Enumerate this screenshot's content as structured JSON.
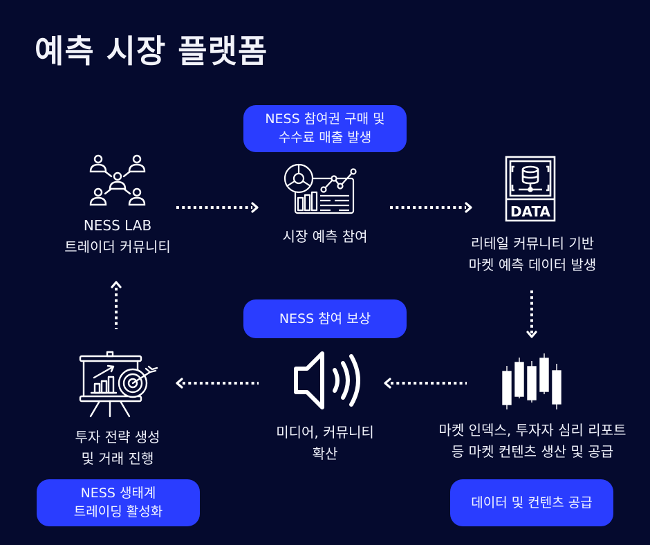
{
  "title": "예측 시장 플랫폼",
  "colors": {
    "background": "#050a2e",
    "accent_pill": "#2a3dff",
    "foreground": "#ffffff"
  },
  "nodes": {
    "community": {
      "icon": "network-people-icon",
      "line1": "NESS LAB",
      "line2": "트레이더 커뮤니티"
    },
    "prediction": {
      "icon": "dashboard-analytics-icon",
      "line1": "시장 예측 참여"
    },
    "data": {
      "icon": "data-database-icon",
      "icon_text": "DATA",
      "line1": "리테일 커뮤니티 기반",
      "line2": "마켓 예측 데이터 발생"
    },
    "content": {
      "icon": "candlestick-chart-icon",
      "line1": "마켓 인덱스, 투자자 심리 리포트",
      "line2": "등 마켓 컨텐츠 생산 및 공급"
    },
    "media": {
      "icon": "speaker-volume-icon",
      "line1": "미디어, 커뮤니티",
      "line2": "확산"
    },
    "strategy": {
      "icon": "presentation-target-icon",
      "line1": "투자 전략 생성",
      "line2": "및 거래 진행"
    }
  },
  "pills": {
    "purchase": {
      "line1": "NESS 참여권 구매 및",
      "line2": "수수료 매출 발생"
    },
    "reward": {
      "line1": "NESS 참여 보상"
    },
    "ecosystem": {
      "line1": "NESS 생태계",
      "line2": "트레이딩 활성화"
    },
    "supply": {
      "line1": "데이터 및 컨텐츠 공급"
    }
  },
  "flow": [
    {
      "from": "community",
      "to": "prediction",
      "direction": "right"
    },
    {
      "from": "prediction",
      "to": "data",
      "direction": "right"
    },
    {
      "from": "data",
      "to": "content",
      "direction": "down"
    },
    {
      "from": "content",
      "to": "media",
      "direction": "left"
    },
    {
      "from": "media",
      "to": "strategy",
      "direction": "left"
    },
    {
      "from": "strategy",
      "to": "community",
      "direction": "up"
    }
  ]
}
